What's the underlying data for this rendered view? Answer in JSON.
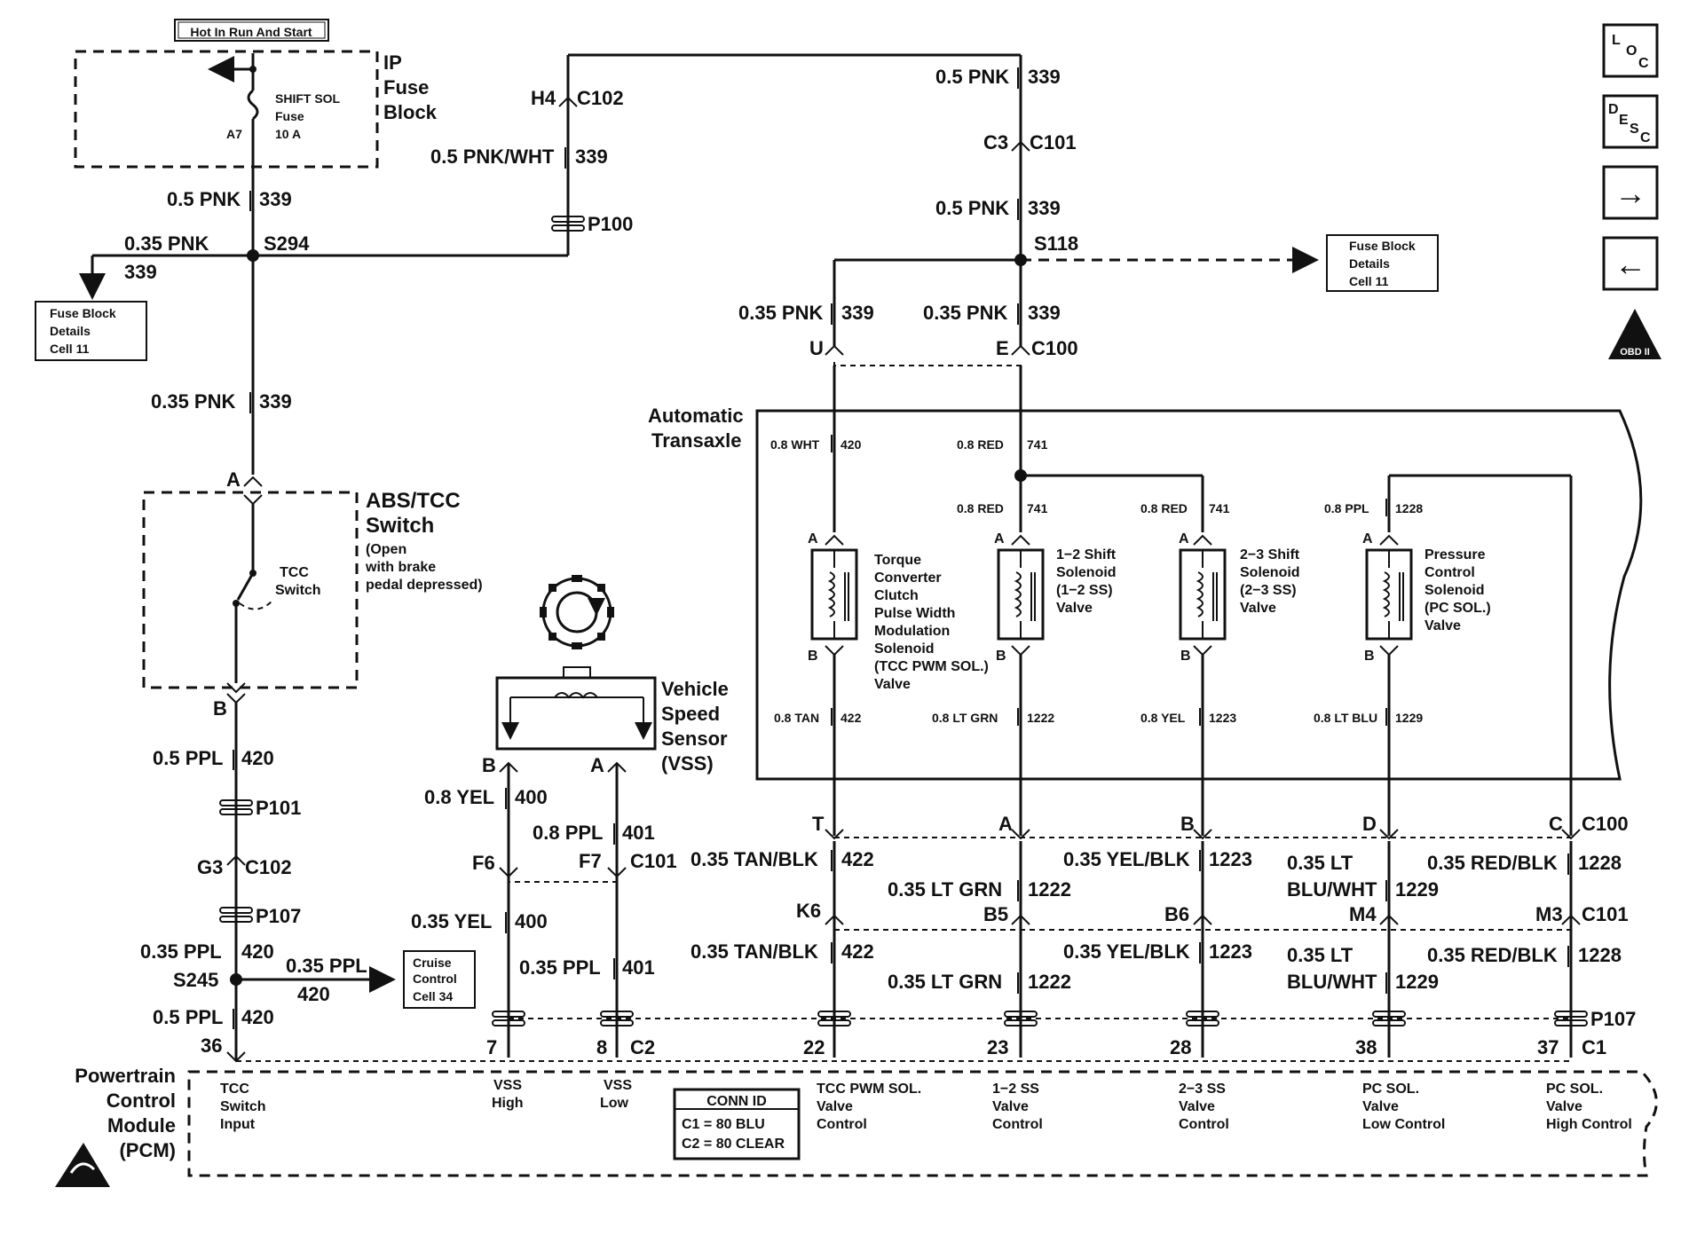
{
  "top": {
    "hot_in": "Hot In Run And Start",
    "ip_fuse_block": [
      "IP",
      "Fuse",
      "Block"
    ],
    "fuse_name": [
      "SHIFT SOL",
      "Fuse",
      "10 A"
    ],
    "fuse_pin": "A7"
  },
  "left_wires": {
    "w1_gauge": "0.5 PNK",
    "w1_circuit": "339",
    "w2_gauge": "0.35 PNK",
    "w2_circuit": "339",
    "splice_s294": "S294",
    "w3_gauge": "0.35 PNK",
    "w3_circuit": "339",
    "fuse_details_left": [
      "Fuse Block",
      "Details",
      "Cell 11"
    ],
    "pin_a": "A",
    "pin_b": "B",
    "abs_tcc": [
      "ABS/TCC",
      "Switch"
    ],
    "abs_tcc_note": [
      "(Open",
      "with brake",
      "pedal depressed)"
    ],
    "tcc_switch": [
      "TCC",
      "Switch"
    ],
    "w4_gauge": "0.5 PPL",
    "w4_circuit": "420",
    "p101": "P101",
    "g3": "G3",
    "c102_g3": "C102",
    "p107_left": "P107",
    "w5_gauge": "0.35 PPL",
    "w5_circuit": "420",
    "s245": "S245",
    "w6_gauge": "0.35 PPL",
    "w6_circuit": "420",
    "cruise": [
      "Cruise",
      "Control",
      "Cell 34"
    ],
    "w7_gauge": "0.5 PPL",
    "w7_circuit": "420",
    "pin36": "36"
  },
  "mid_wires": {
    "h4": "H4",
    "c102": "C102",
    "w_gauge": "0.5 PNK/WHT",
    "w_circuit": "339",
    "p100": "P100"
  },
  "right_top": {
    "w1_gauge": "0.5 PNK",
    "w1_circuit": "339",
    "c3": "C3",
    "c101": "C101",
    "w2_gauge": "0.5 PNK",
    "w2_circuit": "339",
    "s118": "S118",
    "fuse_details_right": [
      "Fuse Block",
      "Details",
      "Cell 11"
    ],
    "wu_gauge": "0.35 PNK",
    "wu_circuit": "339",
    "we_gauge": "0.35 PNK",
    "we_circuit": "339",
    "pin_u": "U",
    "pin_e": "E",
    "c100": "C100"
  },
  "transaxle": {
    "label": [
      "Automatic",
      "Transaxle"
    ],
    "wht_gauge": "0.8 WHT",
    "wht_circuit": "420",
    "red_gauge": "0.8 RED",
    "red_circuit": "741",
    "red2_gauge": "0.8 RED",
    "red2_circuit": "741",
    "red3_gauge": "0.8 RED",
    "red3_circuit": "741",
    "ppl_gauge": "0.8 PPL",
    "ppl_circuit": "1228",
    "sol1": [
      "Torque",
      "Converter",
      "Clutch",
      "Pulse Width",
      "Modulation",
      "Solenoid",
      "(TCC PWM SOL.)",
      "Valve"
    ],
    "sol2": [
      "1−2 Shift",
      "Solenoid",
      "(1−2 SS)",
      "Valve"
    ],
    "sol3": [
      "2−3 Shift",
      "Solenoid",
      "(2−3 SS)",
      "Valve"
    ],
    "sol4": [
      "Pressure",
      "Control",
      "Solenoid",
      "(PC SOL.)",
      "Valve"
    ],
    "pin_a": "A",
    "pin_b": "B",
    "tan_gauge": "0.8 TAN",
    "tan_circuit": "422",
    "ltgrn_gauge": "0.8 LT GRN",
    "ltgrn_circuit": "1222",
    "yel_gauge": "0.8 YEL",
    "yel_circuit": "1223",
    "ltblu_gauge": "0.8 LT BLU",
    "ltblu_circuit": "1229"
  },
  "vss": {
    "label": [
      "Vehicle",
      "Speed",
      "Sensor",
      "(VSS)"
    ],
    "pin_b": "B",
    "pin_a": "A",
    "yel_gauge": "0.8 YEL",
    "yel_circuit": "400",
    "ppl_gauge": "0.8 PPL",
    "ppl_circuit": "401",
    "f6": "F6",
    "f7": "F7",
    "c101": "C101",
    "yel2_gauge": "0.35 YEL",
    "yel2_circuit": "400",
    "ppl2_gauge": "0.35 PPL",
    "ppl2_circuit": "401"
  },
  "lower": {
    "t": "T",
    "a": "A",
    "b": "B",
    "d": "D",
    "c": "C",
    "c100": "C100",
    "tanblk": "0.35 TAN/BLK",
    "c422": "422",
    "ltgrn": "0.35 LT GRN",
    "c1222": "1222",
    "yelblk": "0.35 YEL/BLK",
    "c1223": "1223",
    "ltbluwht1": "0.35 LT",
    "ltbluwht2": "BLU/WHT",
    "c1229": "1229",
    "redblk": "0.35 RED/BLK",
    "c1228": "1228",
    "k6": "K6",
    "b5": "B5",
    "b6": "B6",
    "m4": "M4",
    "m3": "M3",
    "c101": "C101",
    "p107": "P107",
    "pin7": "7",
    "pin8": "8",
    "c2": "C2",
    "pin22": "22",
    "pin23": "23",
    "pin28": "28",
    "pin38": "38",
    "pin37": "37",
    "c1": "C1"
  },
  "pcm": {
    "label": [
      "Powertrain",
      "Control",
      "Module",
      "(PCM)"
    ],
    "tcc_input": [
      "TCC",
      "Switch",
      "Input"
    ],
    "vss_high": [
      "VSS",
      "High"
    ],
    "vss_low": [
      "VSS",
      "Low"
    ],
    "conn_id": "CONN ID",
    "conn_c1": "C1 = 80 BLU",
    "conn_c2": "C2 = 80 CLEAR",
    "tcc_pwm": [
      "TCC PWM SOL.",
      "Valve",
      "Control"
    ],
    "ss12": [
      "1−2 SS",
      "Valve",
      "Control"
    ],
    "ss23": [
      "2−3 SS",
      "Valve",
      "Control"
    ],
    "pc_low": [
      "PC SOL.",
      "Valve",
      "Low Control"
    ],
    "pc_high": [
      "PC SOL.",
      "Valve",
      "High Control"
    ]
  },
  "nav": {
    "loc": [
      "L",
      "O",
      "C"
    ],
    "desc": [
      "D",
      "E",
      "S",
      "C"
    ],
    "next": "→",
    "prev": "←",
    "obd": "OBD II"
  }
}
